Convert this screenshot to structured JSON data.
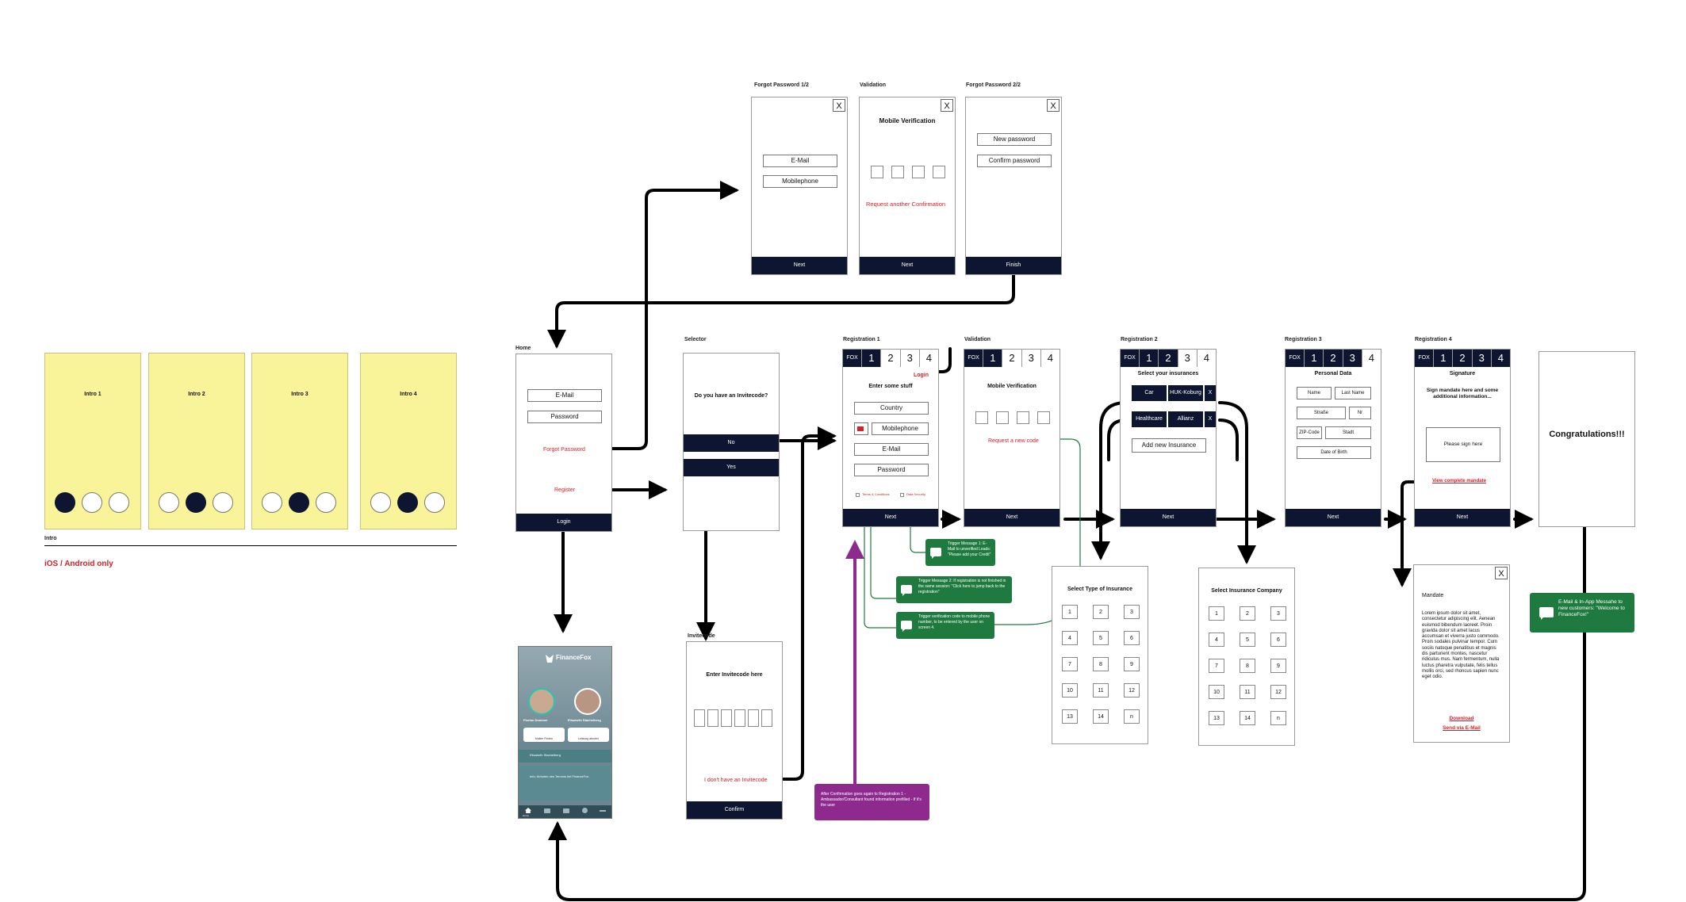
{
  "intro": {
    "screens": [
      "Intro 1",
      "Intro 2",
      "Intro 3",
      "Intro 4"
    ],
    "group_label": "Intro",
    "platform_note": "iOS / Android only"
  },
  "home": {
    "label": "Home",
    "email": "E-Mail",
    "password": "Password",
    "forgot": "Forgot Password",
    "register": "Register",
    "login": "Login"
  },
  "forgot1": {
    "label": "Forgot Password 1/2",
    "email": "E-Mail",
    "mobile": "Mobilephone",
    "next": "Next",
    "close": "X"
  },
  "validation_top": {
    "label": "Validation",
    "title": "Mobile Verification",
    "resend": "Request another Confirmation",
    "next": "Next",
    "close": "X"
  },
  "forgot2": {
    "label": "Forgot Password 2/2",
    "new_password": "New password",
    "confirm_password": "Confirm password",
    "finish": "Finish",
    "close": "X"
  },
  "selector": {
    "label": "Selector",
    "question": "Do you have an Invitecode?",
    "no": "No",
    "yes": "Yes"
  },
  "invitecode": {
    "label": "Invitecode",
    "title": "Enter Invitecode here",
    "no_code": "I don't have an Invitecode",
    "confirm": "Confirm"
  },
  "steps": {
    "fox": "FOX",
    "s1": "1",
    "s2": "2",
    "s3": "3",
    "s4": "4"
  },
  "reg1": {
    "label": "Registration 1",
    "login": "Login",
    "title": "Enter some stuff",
    "country": "Country",
    "mobile": "Mobilephone",
    "email": "E-Mail",
    "password": "Password",
    "terms": "Terms & Conditions",
    "data_security": "Data Security",
    "next": "Next"
  },
  "validation_mid": {
    "label": "Validation",
    "title": "Mobile Verification",
    "resend": "Request a new code",
    "next": "Next"
  },
  "reg2": {
    "label": "Registration 2",
    "title": "Select your insurances",
    "row1_a": "Car",
    "row1_b": "HUK-Koburg",
    "row1_x": "X",
    "row2_a": "Healthcare",
    "row2_b": "Allianz",
    "row2_x": "X",
    "add": "Add new Insurance",
    "next": "Next"
  },
  "reg3": {
    "label": "Registration 3",
    "title": "Personal Data",
    "name": "Name",
    "last_name": "Last Name",
    "street": "Straße",
    "nr": "Nr",
    "zip": "ZIP-Code",
    "city": "Stadt",
    "dob": "Date of Birth",
    "next": "Next"
  },
  "reg4": {
    "label": "Registration 4",
    "title": "Signature",
    "sub": "Sign mandate here and some additional information...",
    "sign": "Please sign here",
    "view": "View complete mandate",
    "next": "Next"
  },
  "congrats": {
    "text": "Congratulations!!!"
  },
  "insurance_type": {
    "title": "Select Type of Insurance",
    "items": [
      "1",
      "2",
      "3",
      "4",
      "5",
      "6",
      "7",
      "8",
      "9",
      "10",
      "11",
      "12",
      "13",
      "14",
      "n"
    ]
  },
  "insurance_company": {
    "title": "Select Insurance Company",
    "items": [
      "1",
      "2",
      "3",
      "4",
      "5",
      "6",
      "7",
      "8",
      "9",
      "10",
      "11",
      "12",
      "13",
      "14",
      "n"
    ]
  },
  "mandate": {
    "title": "Mandate",
    "body": "Lorem ipsum dolor sit amet, consectetur adipiscing elit. Aenean euismod bibendum laoreet. Proin gravida dolor sit amet lacus accumsan et viverra justo commodo. Proin sodales pulvinar tempor. Cum sociis natoque penatibus et magnis dis parturient montes, nascetur ridiculus mus. Nam fermentum, nulla luctus pharetra vulputate, felis tellus mollis orci, sed rhoncus sapien nunc eget odio.",
    "download": "Download",
    "send": "Send via E-Mail",
    "close": "X"
  },
  "messages": {
    "m1": "Trigger Message 1: E-Mail to unverified Leads: \"Please add your Credit\"",
    "m2": "Trigger Message 2: If registration is not finished in the same session: \"Click here to jump back to the registration\"",
    "m3": "Trigger verification code to mobile phone number, to be entered by the user on screen 4.",
    "welcome": "E-Mail & In-App Messahe to new customers: \"Welcome to FinanceFox!\"",
    "purple": "After Confirmation goes again to Registration 1 - Ambassador/Consultant found information prefilled - If it's the user"
  },
  "app": {
    "brand": "FinanceFox",
    "p1": "Florian Dommer",
    "p2": "Elisabeth Stachelberg",
    "btn1": "Makler Finden",
    "btn2": "Leistung abrufen",
    "notif1": "Elisabeth Stachelberg",
    "notif2": "Info: Abholen des Termins bei FinanceFox",
    "tabs": [
      "Home",
      "",
      "",
      "",
      ""
    ]
  },
  "colors": {
    "navy": "#0e1530",
    "red": "#d1232a",
    "green": "#1f7a3f",
    "purple": "#8e2a8e",
    "yellow": "#f9f39a"
  }
}
